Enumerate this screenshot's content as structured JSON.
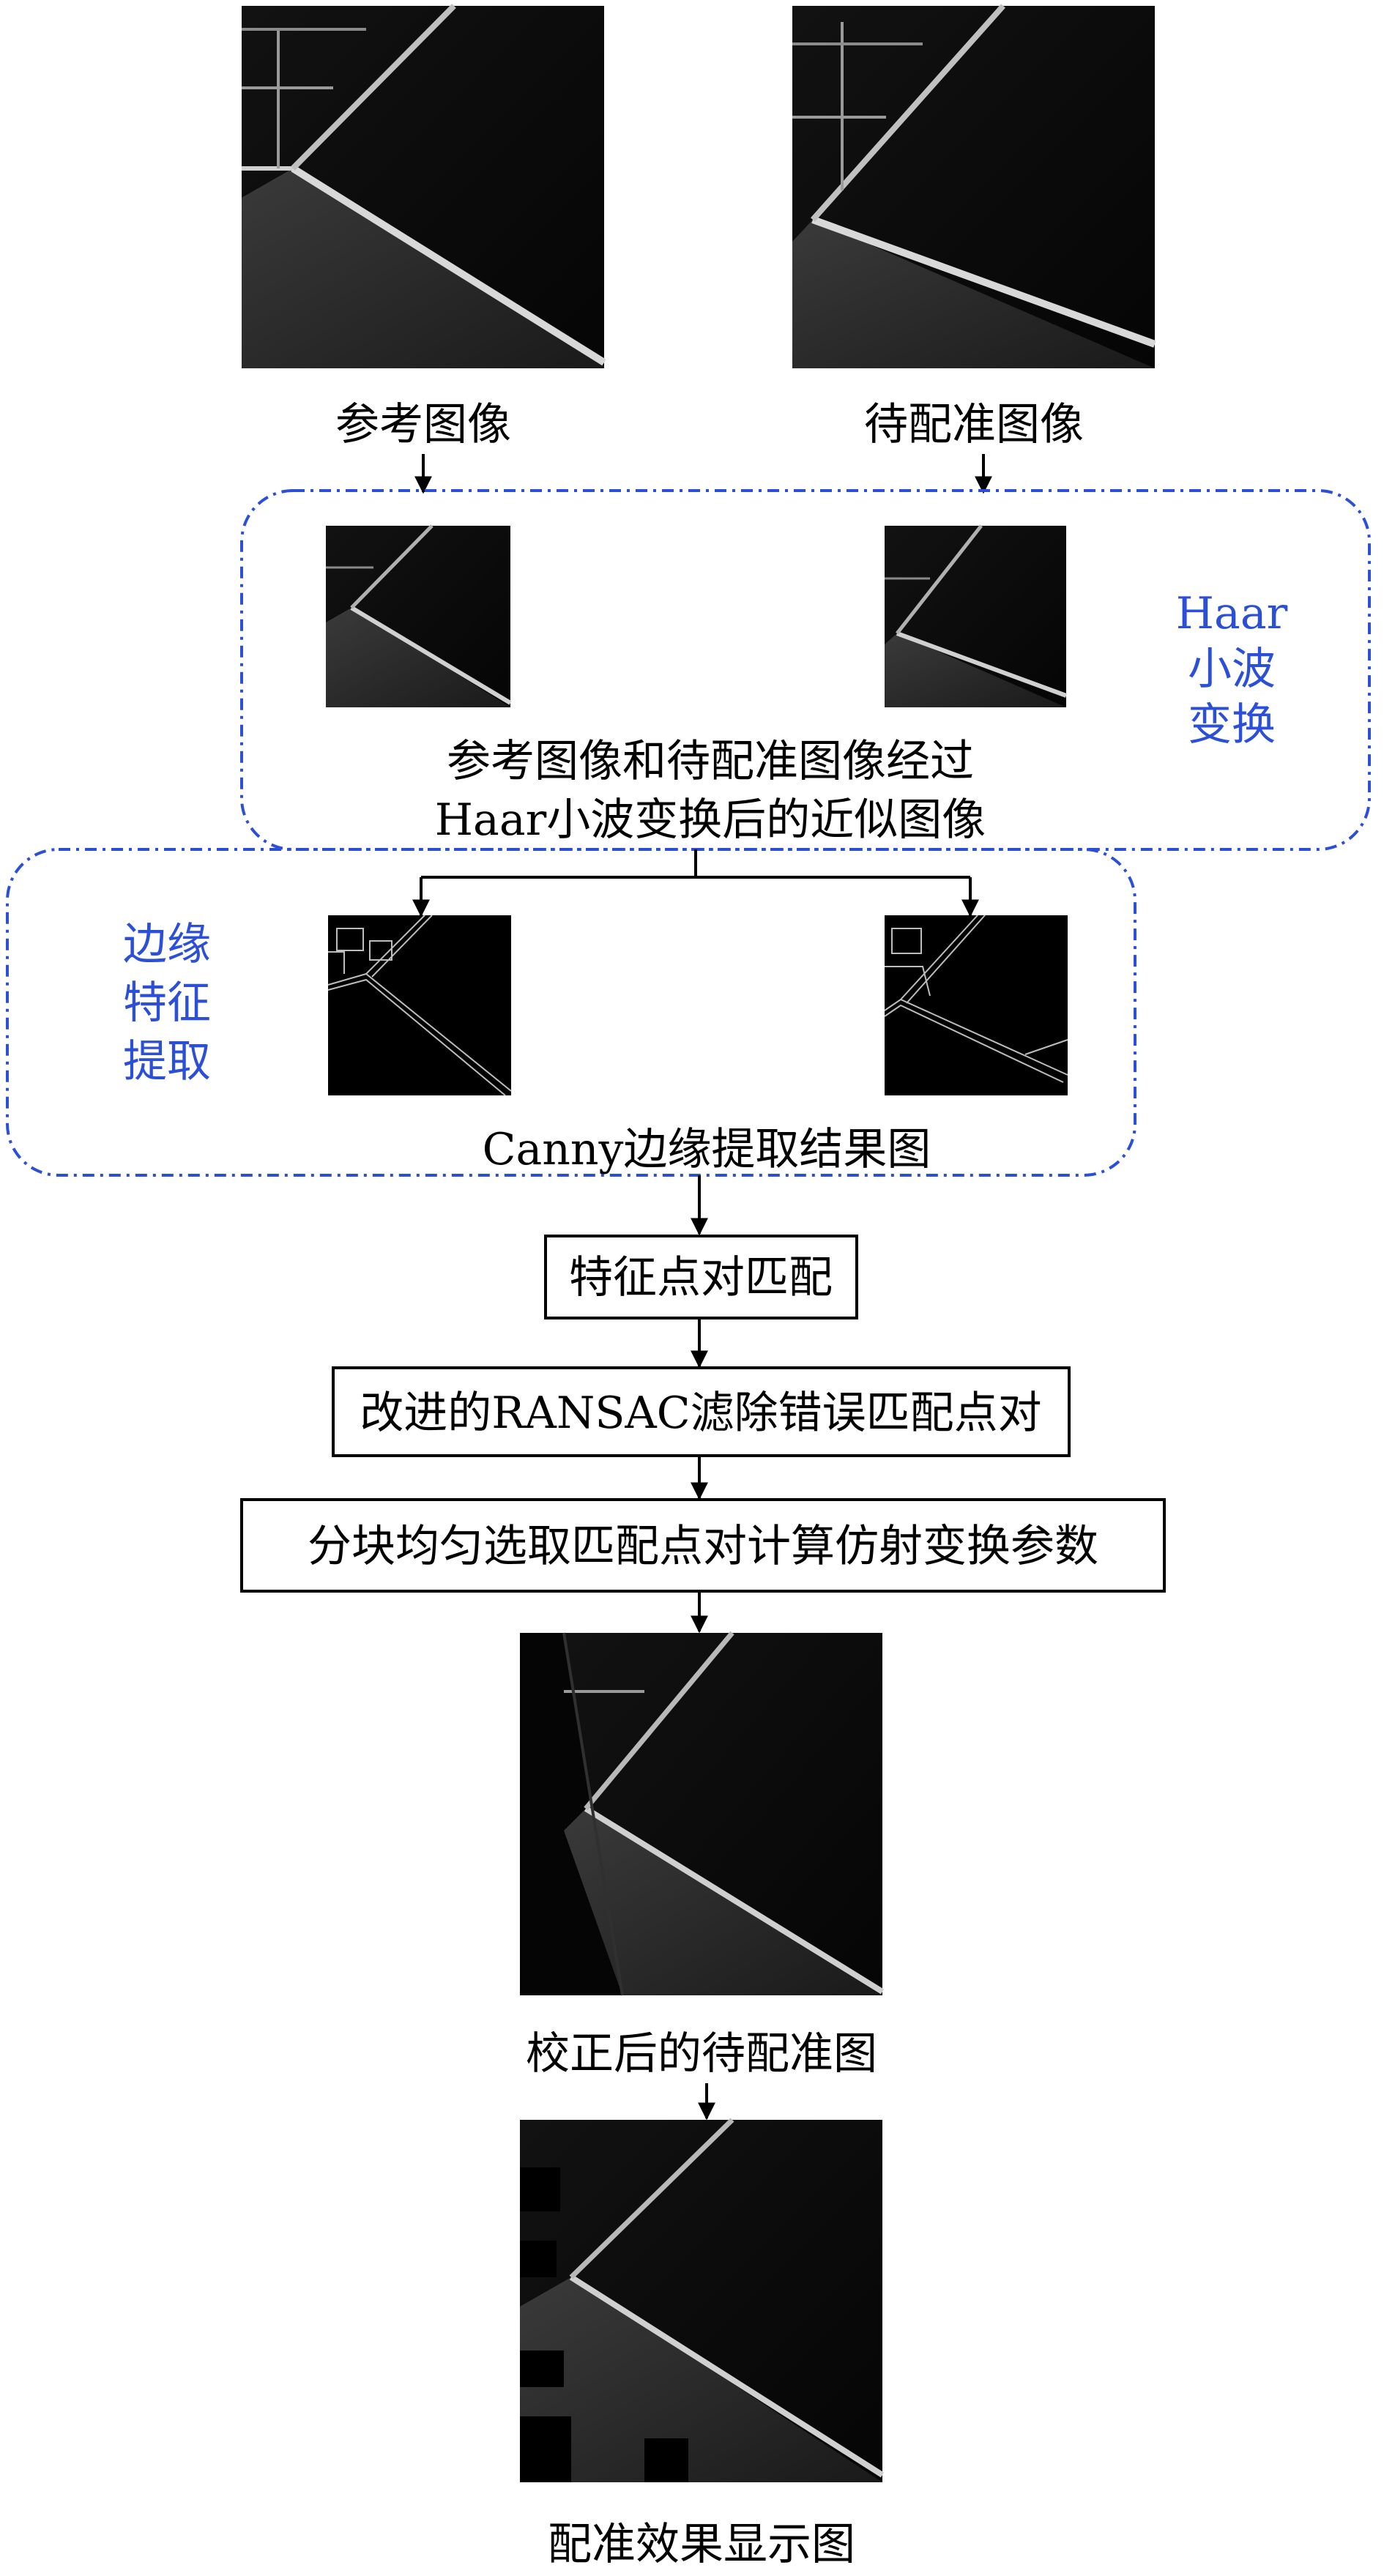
{
  "images": {
    "reference": "参考图像",
    "to_register": "待配准图像"
  },
  "haar_group": {
    "caption_line1": "参考图像和待配准图像经过",
    "caption_line2": "Haar小波变换后的近似图像",
    "side_label": [
      "Haar",
      "小波",
      "变换"
    ]
  },
  "edge_group": {
    "caption": "Canny边缘提取结果图",
    "side_label": [
      "边缘",
      "特征",
      "提取"
    ]
  },
  "steps": [
    "特征点对匹配",
    "改进的RANSAC滤除错误匹配点对",
    "分块均匀选取匹配点对计算仿射变换参数"
  ],
  "corrected_caption": "校正后的待配准图",
  "result_caption": "配准效果显示图",
  "colors": {
    "group_frame": "#2b4fd6",
    "group_label": "#2b4fd6",
    "image_dark": "#070707"
  }
}
